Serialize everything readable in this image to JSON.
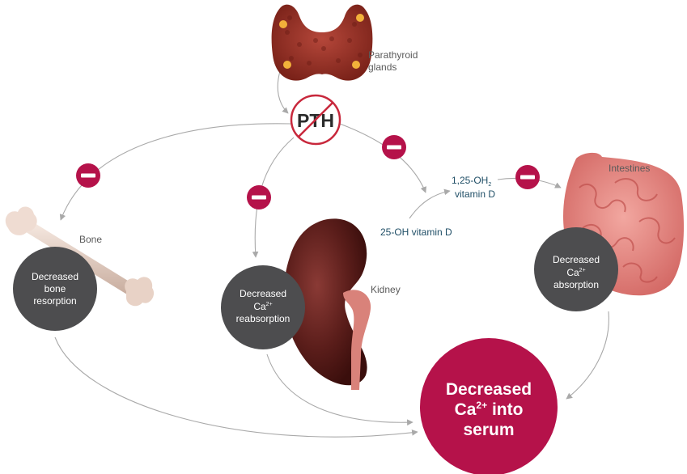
{
  "labels": {
    "parathyroid_line1": "Parathyroid",
    "parathyroid_line2": "glands",
    "pth": "PTH",
    "bone": "Bone",
    "kidney": "Kidney",
    "intestines": "Intestines",
    "vitamin_25oh": "25-OH vitamin D",
    "vitamin_125_line1": "1,25-OH",
    "vitamin_125_sub": "2",
    "vitamin_125_line2": "vitamin D"
  },
  "circles": {
    "bone": {
      "line1": "Decreased",
      "line2": "bone",
      "line3": "resorption"
    },
    "kidney": {
      "line1": "Decreased",
      "line2": "Ca",
      "line2_sup": "2+",
      "line3": "reabsorption"
    },
    "intestine": {
      "line1": "Decreased",
      "line2": "Ca",
      "line2_sup": "2+",
      "line3": "absorption"
    },
    "serum": {
      "line1": "Decreased",
      "line2": "Ca",
      "line2_sup": "2+",
      "line2_tail": " into",
      "line3": "serum"
    }
  },
  "colors": {
    "accent_crimson": "#b5124a",
    "circle_gray": "#4d4d4f",
    "arrow_gray": "#a9a9a9",
    "no_sign_red": "#c8283c",
    "vitamin_text": "#1f4e66"
  },
  "icons": [
    "parathyroid-gland-icon",
    "bone-icon",
    "kidney-icon",
    "intestines-icon",
    "minus-sign-icon",
    "no-sign-icon"
  ]
}
